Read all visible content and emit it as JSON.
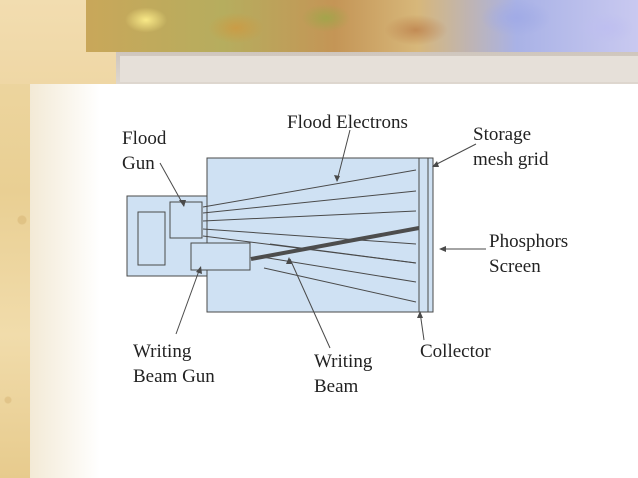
{
  "labels": {
    "flood_gun": "Flood\nGun",
    "flood_electrons": "Flood Electrons",
    "storage_mesh_grid": "Storage\nmesh grid",
    "phosphors_screen": "Phosphors\nScreen",
    "writing_beam_gun": "Writing\nBeam Gun",
    "writing_beam": "Writing\nBeam",
    "collector": "Collector"
  },
  "colors": {
    "tube_fill": "#cfe1f3",
    "outline": "#4a4a4a",
    "beam": "#4d4d4d",
    "text": "#222222"
  }
}
